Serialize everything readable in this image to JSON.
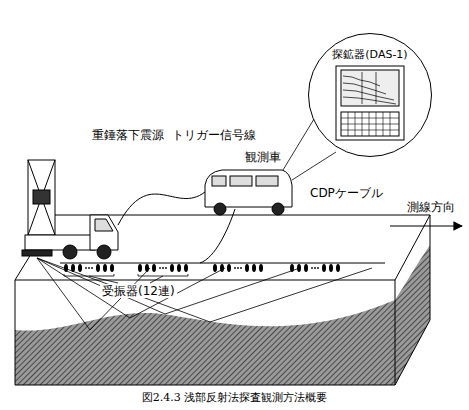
{
  "diagram": {
    "caption": "図2.4.3 浅部反射法探査観測方法概要",
    "nodes": [
      {
        "text": [
          "探鉱器(DAS-1)"
        ]
      }
    ],
    "labels": [
      "重錘落下震源",
      "トリガー信号線",
      "観測車",
      "CDPケーブル",
      "測線方向",
      "受振器(12連)"
    ]
  }
}
